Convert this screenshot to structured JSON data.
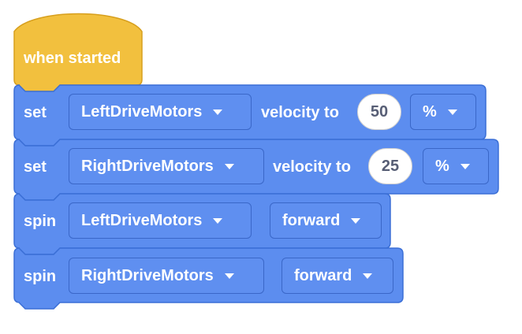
{
  "colors": {
    "hat": "#f2c03e",
    "hat_border": "#d79f1d",
    "block": "#5c8def",
    "block_border": "#3b6fd6",
    "field": "#5f8ff0",
    "text": "#ffffff",
    "number_text": "#575e75"
  },
  "hat": {
    "label": "when started"
  },
  "blocks": [
    {
      "keyword": "set",
      "device": "LeftDriveMotors",
      "param_label": "velocity to",
      "value": "50",
      "unit": "%"
    },
    {
      "keyword": "set",
      "device": "RightDriveMotors",
      "param_label": "velocity to",
      "value": "25",
      "unit": "%"
    },
    {
      "keyword": "spin",
      "device": "LeftDriveMotors",
      "direction": "forward"
    },
    {
      "keyword": "spin",
      "device": "RightDriveMotors",
      "direction": "forward"
    }
  ],
  "icons": {
    "dropdown": "chevron-down-icon"
  }
}
